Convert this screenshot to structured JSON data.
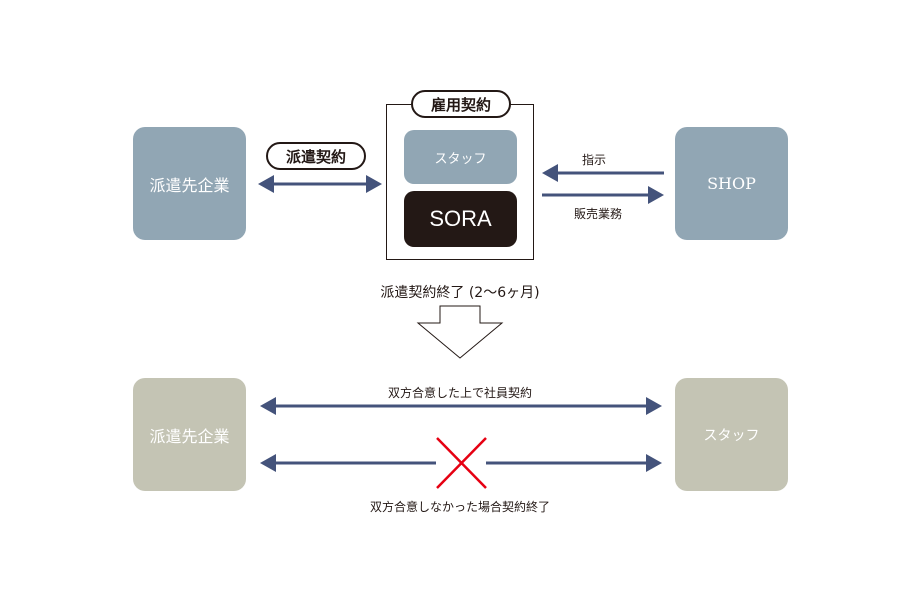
{
  "top": {
    "client_label": "派遣先企業",
    "dispatch_contract_label": "派遣契約",
    "employment_contract_label": "雇用契約",
    "staff_label": "スタッフ",
    "sora_label": "SORA",
    "shop_label": "SHOP",
    "instruction_label": "指示",
    "sales_work_label": "販売業務"
  },
  "transition": {
    "label": "派遣契約終了 (2〜6ヶ月)"
  },
  "bottom": {
    "client_label": "派遣先企業",
    "staff_label": "スタッフ",
    "agree_label": "双方合意した上で社員契約",
    "disagree_label": "双方合意しなかった場合契約終了"
  },
  "colors": {
    "arrow": "#44537b",
    "blue_box": "#91a6b4",
    "gray_box": "#c4c4b4",
    "sora_box": "#231815",
    "cross": "#e60012"
  }
}
